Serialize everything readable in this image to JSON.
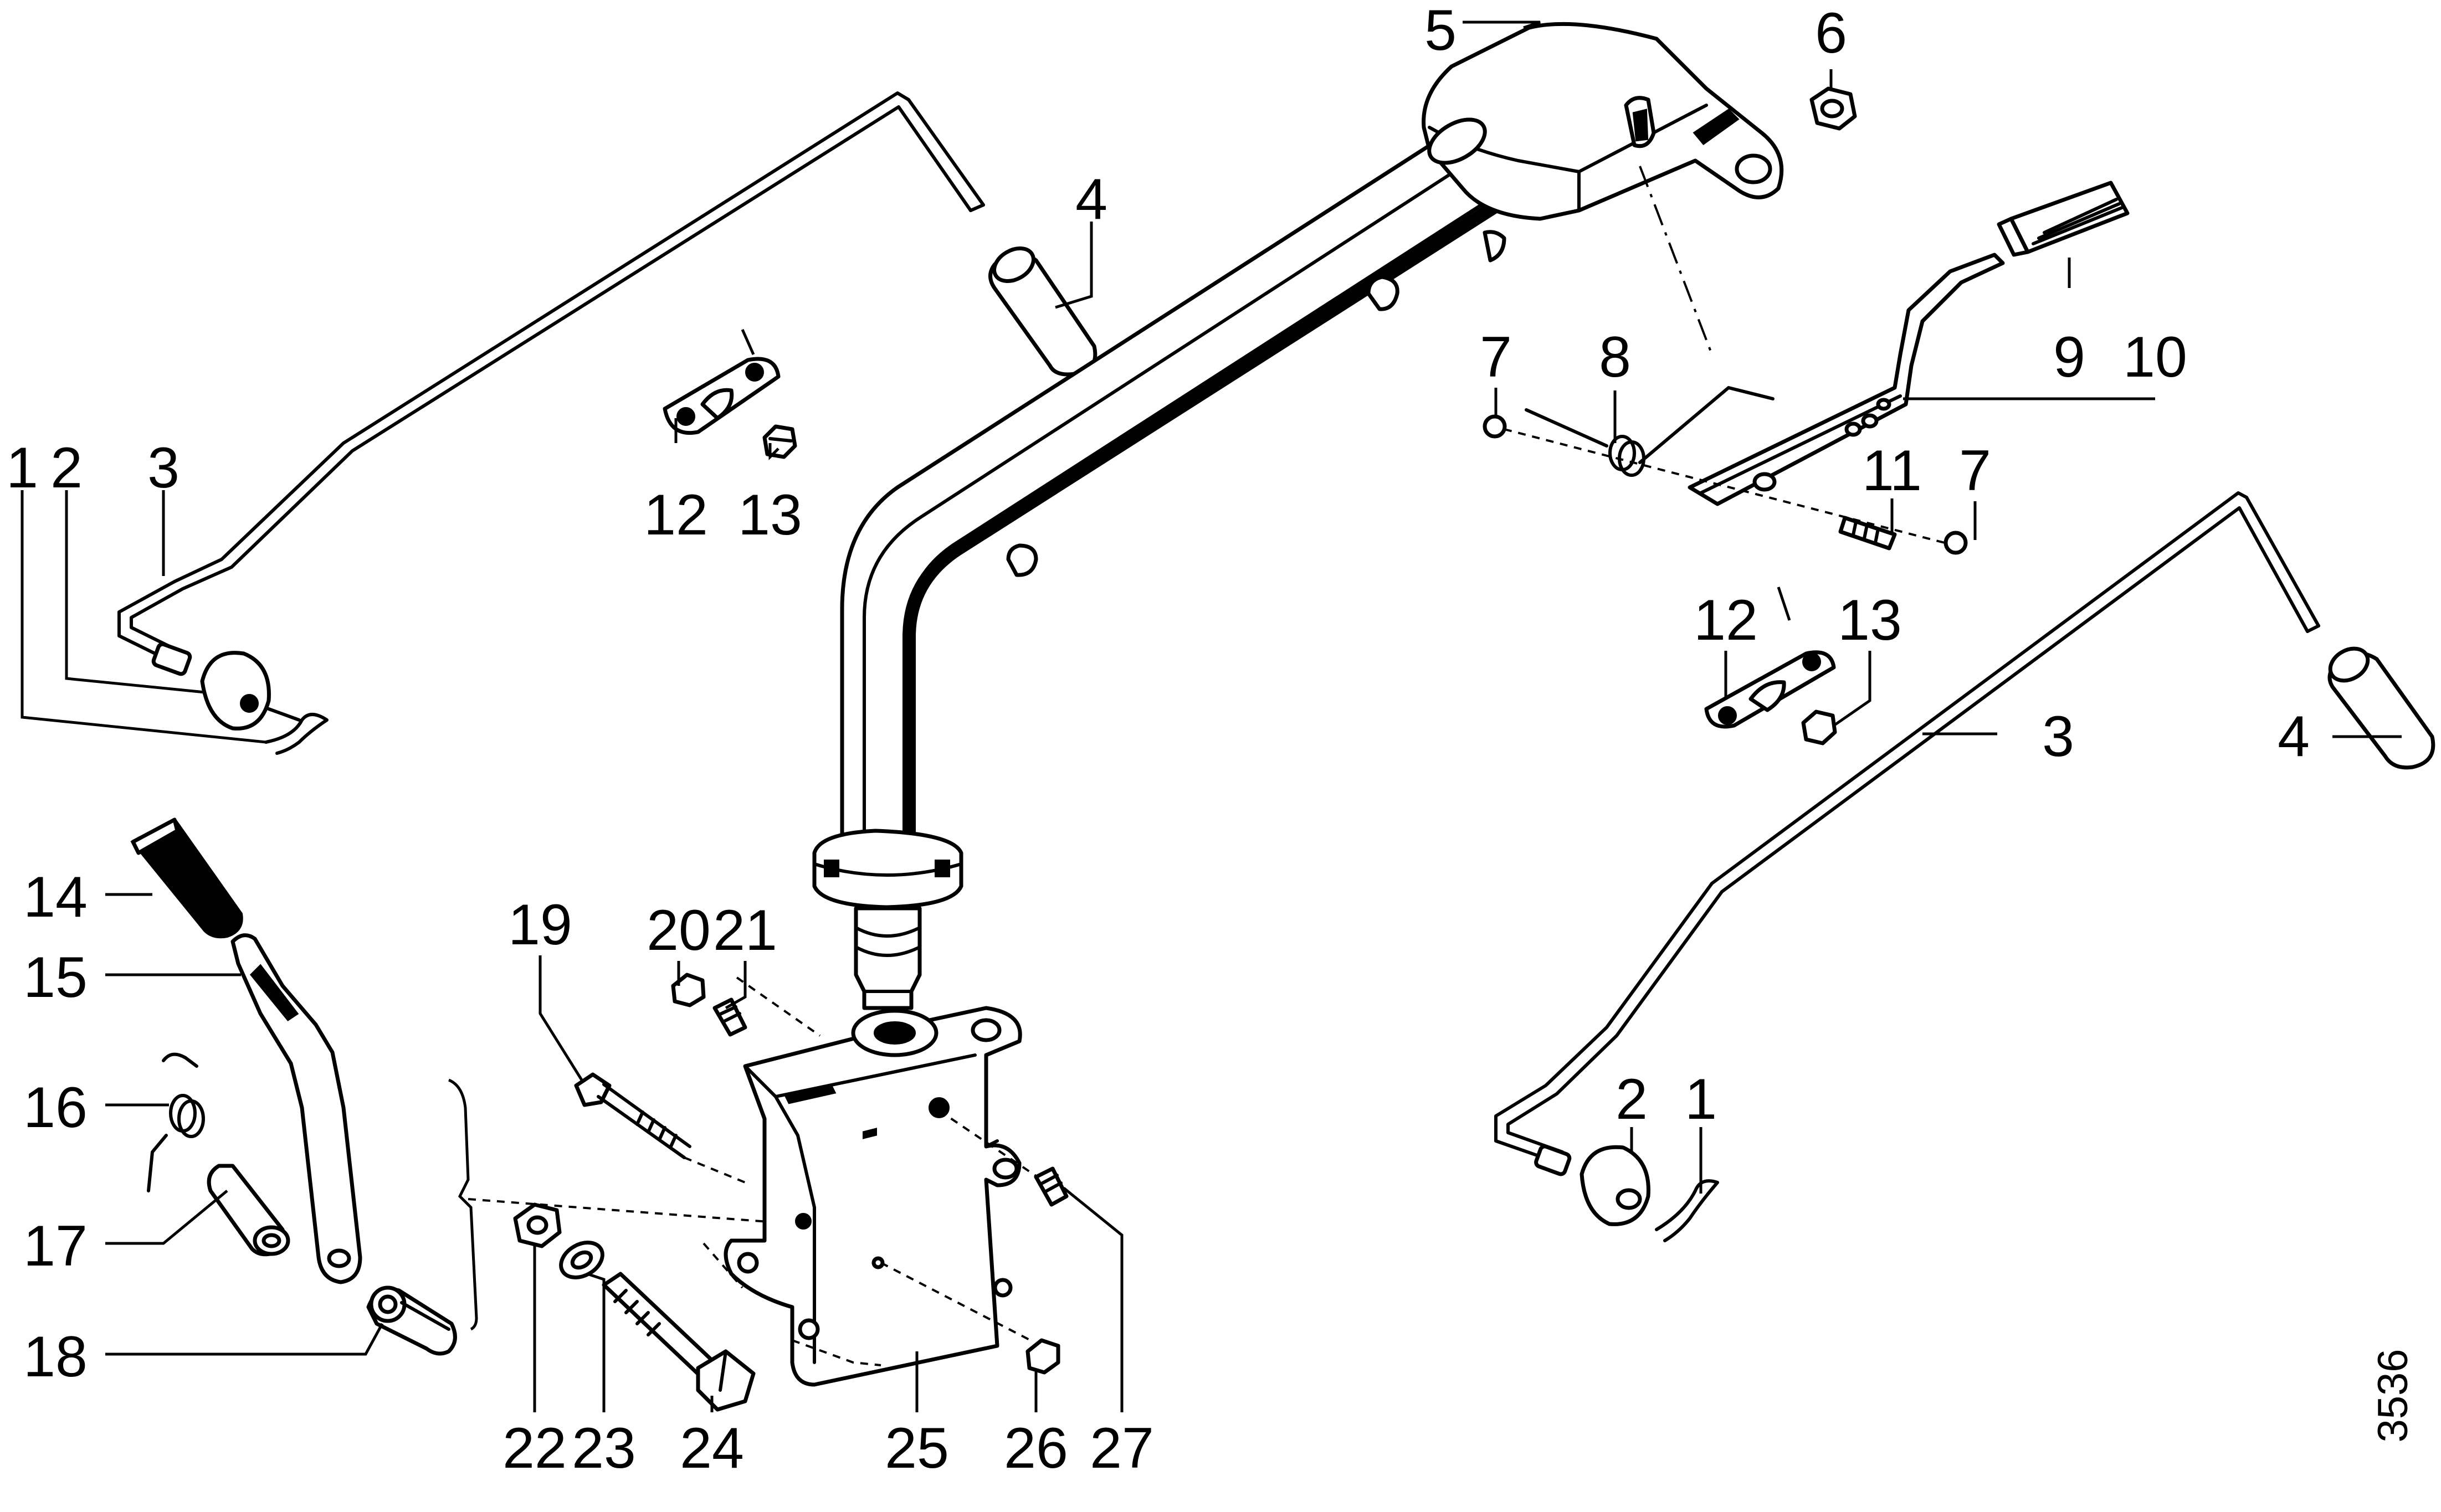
{
  "drawing_number": "3536",
  "callouts": [
    "1",
    "2",
    "3",
    "4",
    "5",
    "6",
    "7",
    "8",
    "9",
    "10",
    "11",
    "12",
    "13",
    "14",
    "15",
    "16",
    "17",
    "18",
    "19",
    "20",
    "21",
    "22",
    "23",
    "24",
    "25",
    "26",
    "27"
  ]
}
